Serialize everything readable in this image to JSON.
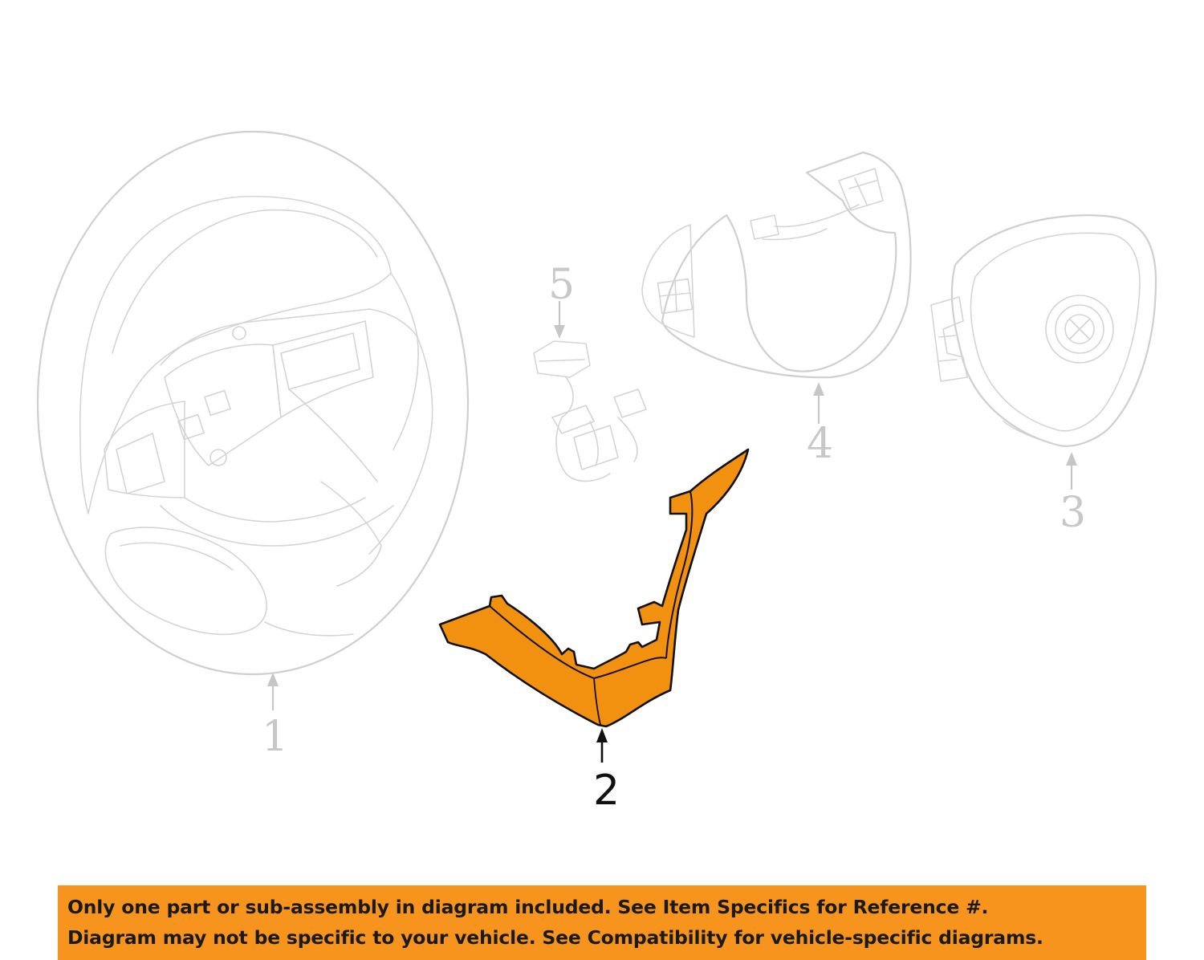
{
  "callouts": {
    "c1": "1",
    "c2": "2",
    "c3": "3",
    "c4": "4",
    "c5": "5"
  },
  "highlight_color": "#f7941d",
  "part_highlight_color": "#f0900f",
  "ghost_color": "#cfcfcf",
  "notice": {
    "line1": "Only one part or sub-assembly in diagram included. See Item Specifics for Reference #.",
    "line2": "Diagram may not be specific to your vehicle. See Compatibility for vehicle-specific diagrams."
  }
}
